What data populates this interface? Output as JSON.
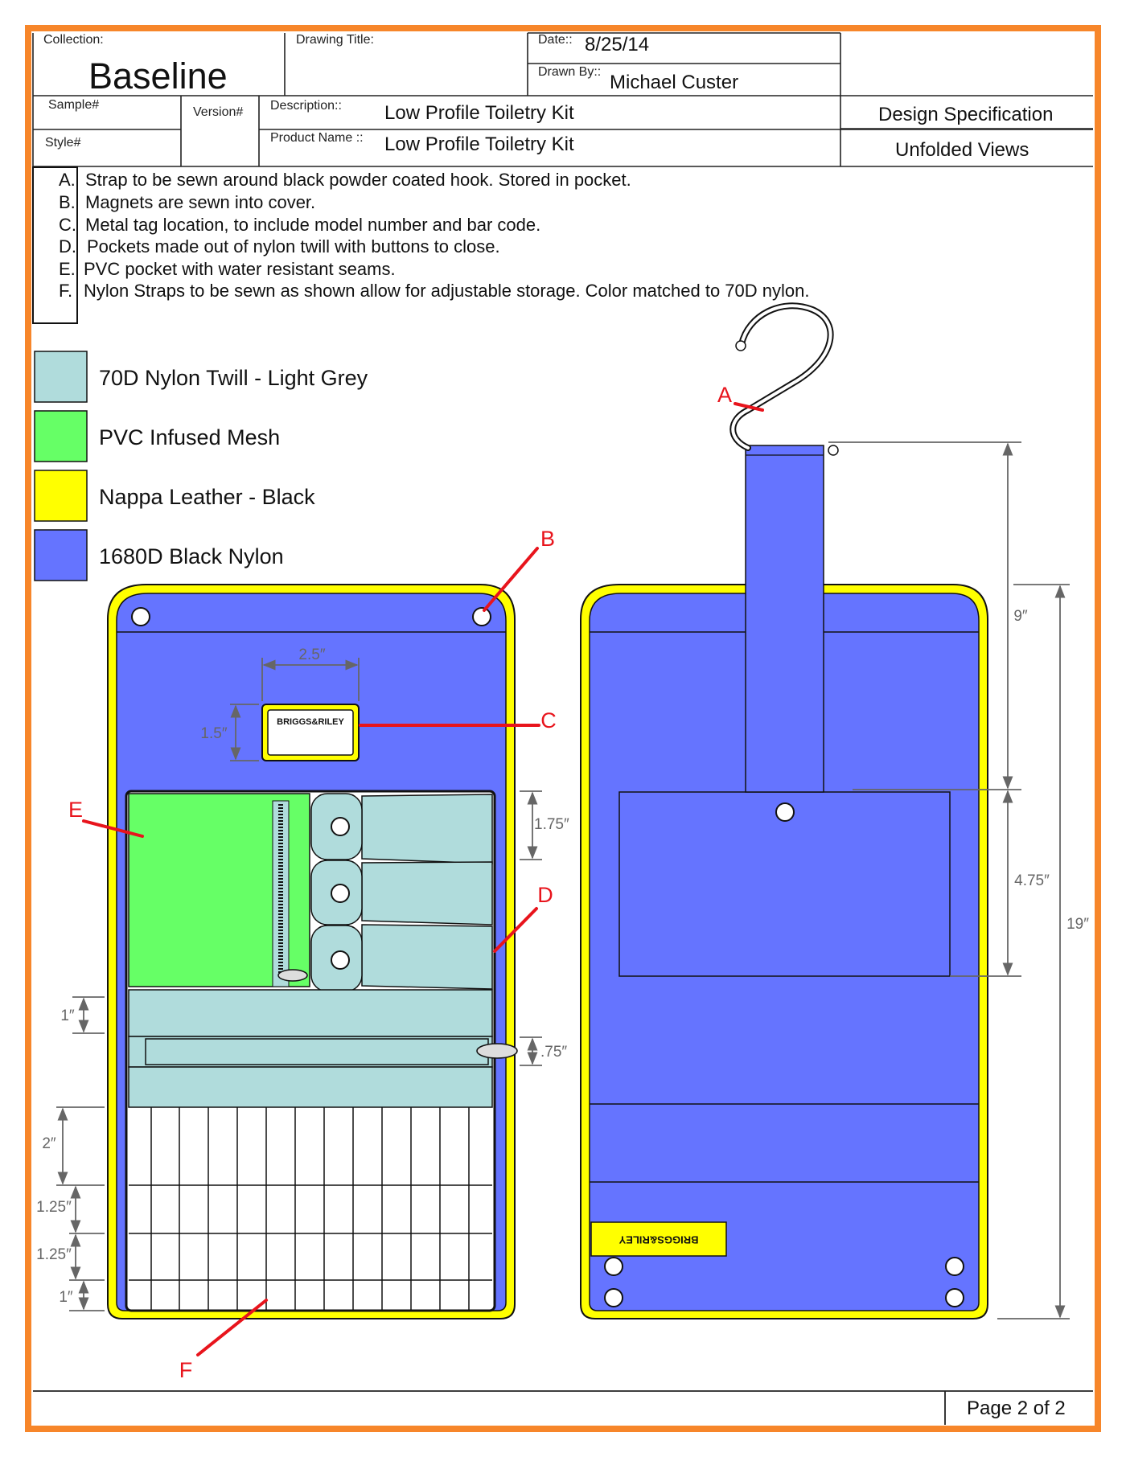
{
  "title_block": {
    "collection_label": "Collection:",
    "collection_value": "Baseline",
    "drawing_title_label": "Drawing Title:",
    "date_label": "Date::",
    "date_value": "8/25/14",
    "drawn_by_label": "Drawn By::",
    "drawn_by_value": "Michael Custer",
    "sample_label": "Sample#",
    "version_label": "Version#",
    "style_label": "Style#",
    "description_label": "Description::",
    "description_value": "Low Profile Toiletry Kit",
    "product_name_label": "Product Name ::",
    "product_name_value": "Low Profile Toiletry Kit",
    "doc_type": "Design Specification",
    "view_name": "Unfolded Views"
  },
  "notes": [
    {
      "letter": "A.",
      "text": "Strap to be sewn around black powder coated hook. Stored in pocket."
    },
    {
      "letter": "B.",
      "text": "Magnets are sewn into cover."
    },
    {
      "letter": "C.",
      "text": "Metal tag location, to include model number and bar code."
    },
    {
      "letter": "D.",
      "text": "Pockets made out of nylon twill with buttons to close."
    },
    {
      "letter": "E.",
      "text": "PVC pocket with water resistant seams."
    },
    {
      "letter": "F.",
      "text": "Nylon Straps to be sewn as shown allow for adjustable storage. Color matched to 70D nylon."
    }
  ],
  "materials": [
    {
      "label": "70D Nylon Twill - Light Grey",
      "color": "#b0dcdc"
    },
    {
      "label": "PVC Infused Mesh",
      "color": "#66ff66"
    },
    {
      "label": "Nappa Leather - Black",
      "color": "#ffff00"
    },
    {
      "label": "1680D Black Nylon",
      "color": "#6574ff"
    }
  ],
  "colors": {
    "frame": "#f7862a",
    "nylon_black": "#6574ff",
    "leather": "#ffff00",
    "twill": "#b0dcdc",
    "mesh": "#66ff66",
    "callout": "#e8141c",
    "dimension": "#666666"
  },
  "brand_tag": "BRIGGS&RILEY",
  "callouts": {
    "a": "A",
    "b": "B",
    "c": "C",
    "d": "D",
    "e": "E",
    "f": "F"
  },
  "dimensions": {
    "tag_width": "2.5″",
    "tag_height": "1.5″",
    "pocket_height": "1.75″",
    "band_one": "1″",
    "zip_pocket": ".75″",
    "strap_top": "2″",
    "strap_mid_1": "1.25″",
    "strap_mid_2": "1.25″",
    "strap_bottom": "1″",
    "hang_strap": "9″",
    "back_pocket": "4.75″",
    "overall": "19″"
  },
  "footer": {
    "page": "Page 2 of 2"
  }
}
